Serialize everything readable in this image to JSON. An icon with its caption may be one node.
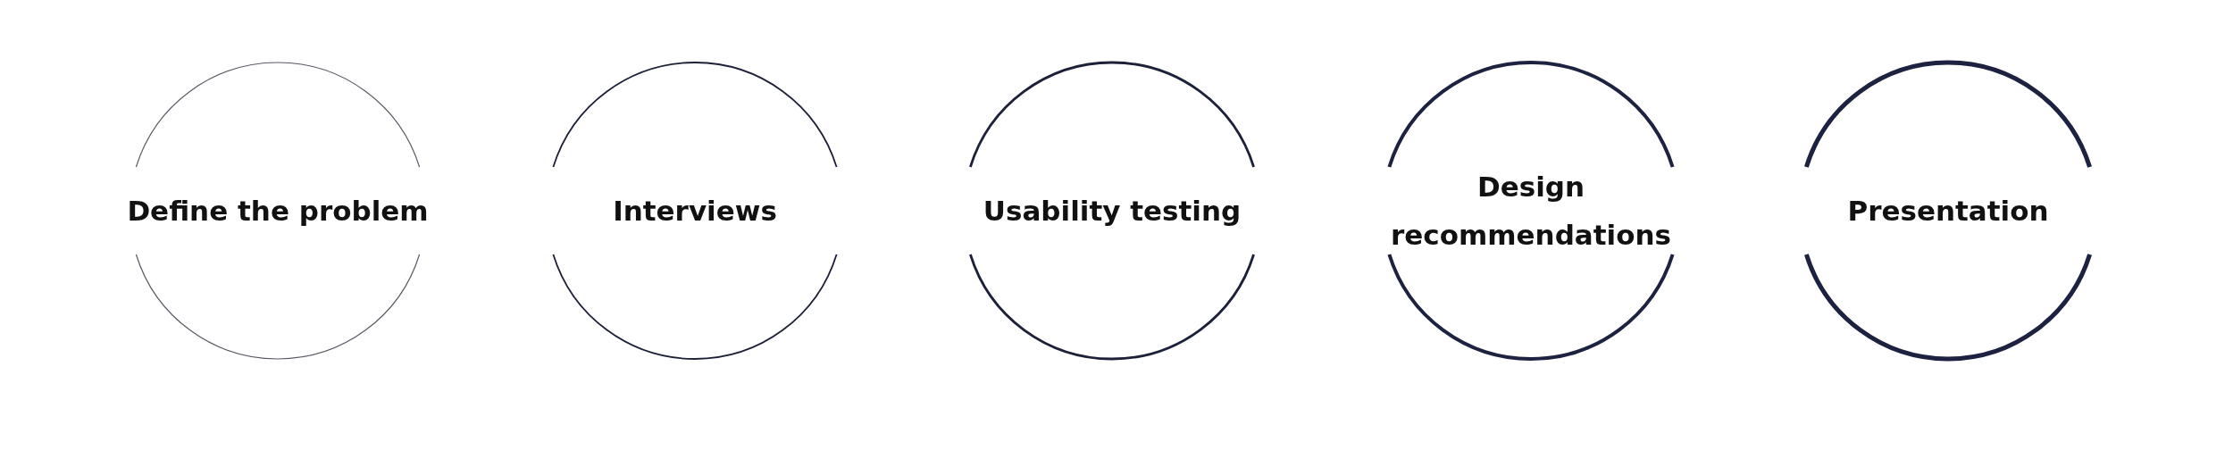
{
  "diagram": {
    "nodes": [
      {
        "text": [
          "Define the problem"
        ]
      },
      {
        "text": [
          "Interviews"
        ]
      },
      {
        "text": [
          "Usability testing"
        ]
      },
      {
        "text": [
          "Design recommendations"
        ]
      },
      {
        "text": [
          "Presentation"
        ]
      }
    ]
  }
}
